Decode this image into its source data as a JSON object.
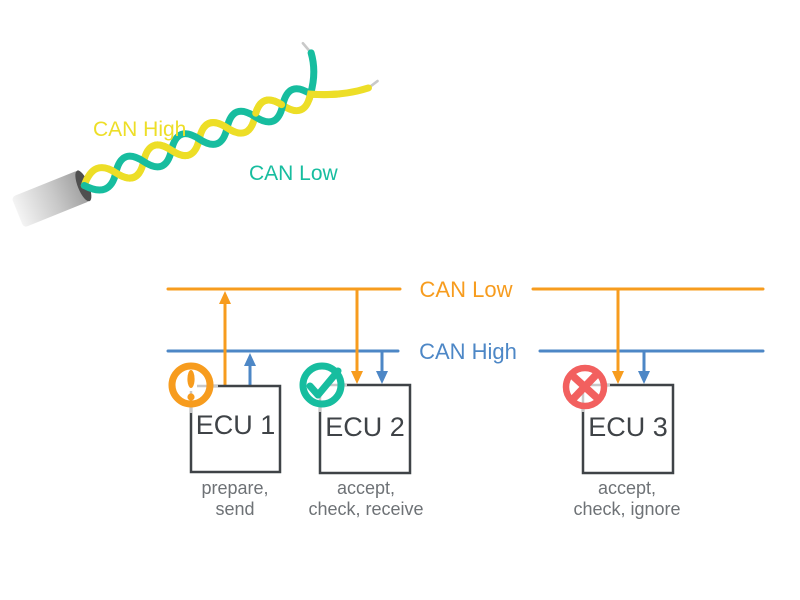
{
  "colors": {
    "orange": "#F79C1E",
    "blue": "#4D87C6",
    "teal": "#17BD9F",
    "yellow": "#EDDE27",
    "red": "#F2605F",
    "box_border": "#3F4347",
    "ecu_text": "#3F4347",
    "caption_text": "#6E7276",
    "corner_gray": "#C8C8C8",
    "wire_tip": "#C9C9C9"
  },
  "cable": {
    "label_high": "CAN High",
    "label_low": "CAN Low"
  },
  "bus": {
    "low_label": "CAN Low",
    "high_label": "CAN High"
  },
  "ecus": [
    {
      "name": "ECU 1",
      "status": "warning",
      "caption_line1": "prepare,",
      "caption_line2": "send"
    },
    {
      "name": "ECU 2",
      "status": "ok",
      "caption_line1": "accept,",
      "caption_line2": "check, receive"
    },
    {
      "name": "ECU 3",
      "status": "error",
      "caption_line1": "accept,",
      "caption_line2": "check, ignore"
    }
  ]
}
